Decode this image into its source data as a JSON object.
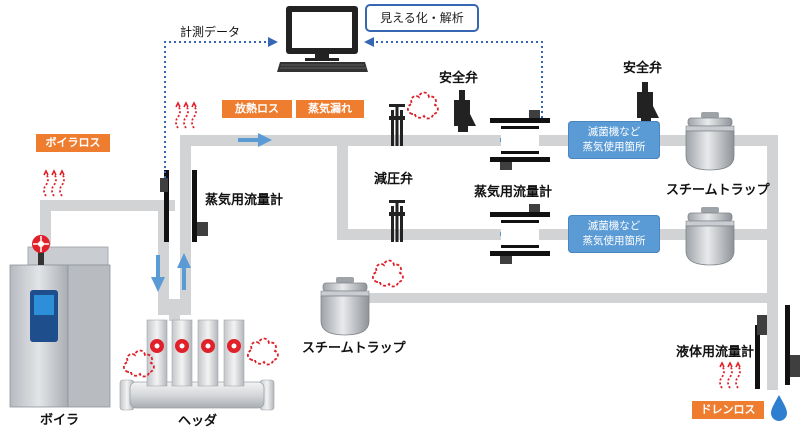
{
  "labels": {
    "measurement_data": "計測データ",
    "visualization": "見える化・解析",
    "boiler": "ボイラ",
    "header": "ヘッダ",
    "steam_flowmeter_main": "蒸気用流量計",
    "pressure_reducing_valve": "減圧弁",
    "safety_valve_1": "安全弁",
    "safety_valve_2": "安全弁",
    "steam_flowmeter_branch": "蒸気用流量計",
    "steam_trap_right": "スチームトラップ",
    "steam_trap_bottom": "スチームトラップ",
    "liquid_flowmeter": "液体用流量計"
  },
  "loss_tags": {
    "boiler_loss": "ボイラロス",
    "heat_loss": "放熱ロス",
    "steam_leak": "蒸気漏れ",
    "drain_loss": "ドレンロス"
  },
  "equipment": {
    "line1": [
      "滅菌機など",
      "蒸気使用箇所"
    ],
    "line2": [
      "滅菌機など",
      "蒸気使用箇所"
    ]
  },
  "colors": {
    "pipe": "#d2d3d5",
    "flow_arrow": "#5b9bd5",
    "loss_tag": "#ee7d30",
    "heat_wave": "#e0202a",
    "equipment_box": "#5b9bd5",
    "data_line": "#3767b4"
  },
  "icons": [
    "computer-monitor-icon",
    "keyboard-icon",
    "heat-wave-icon",
    "steam-cloud-icon",
    "water-drop-icon",
    "flow-arrow-icon",
    "gate-valve-icon"
  ]
}
